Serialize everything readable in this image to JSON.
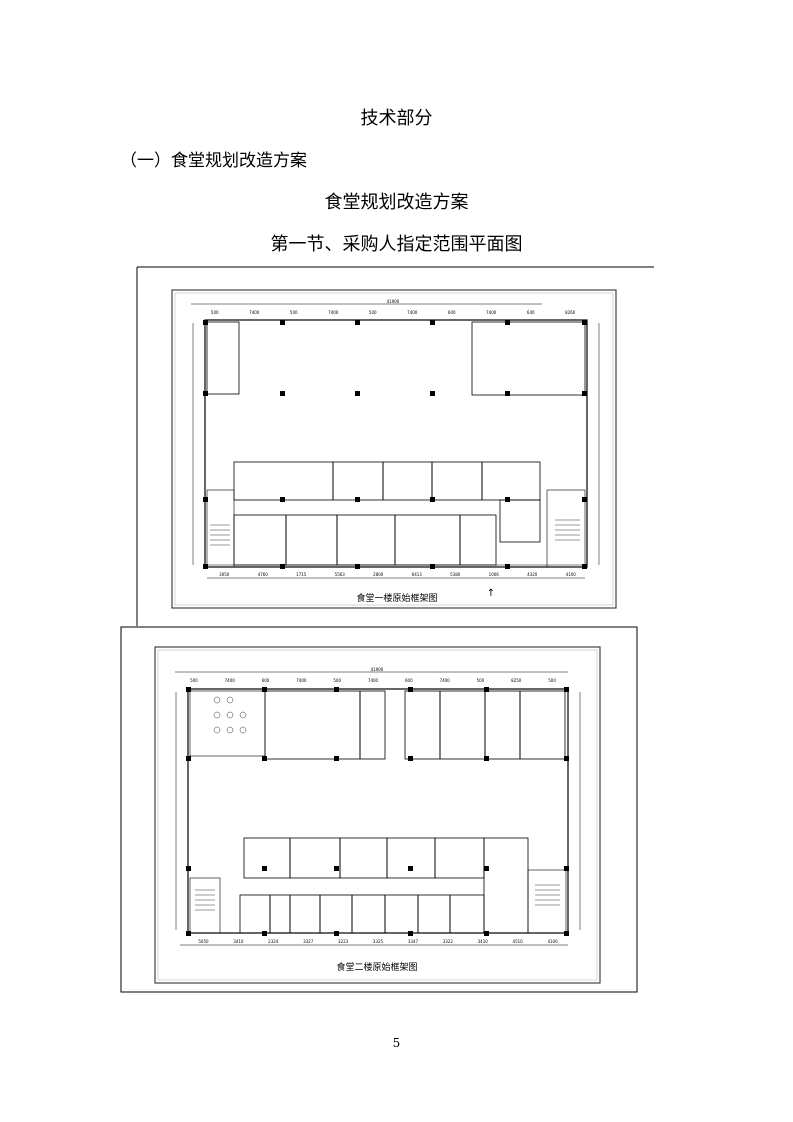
{
  "heading": "技术部分",
  "section": "（一）食堂规划改造方案",
  "subtitle": "食堂规划改造方案",
  "section_title": "第一节、采购人指定范围平面图",
  "figures": [
    {
      "caption": "食堂一楼原始框架图",
      "total_width": "41900",
      "top_dims": [
        "500",
        "7400",
        "500",
        "7400",
        "500",
        "7400",
        "600",
        "7400",
        "640",
        "8260"
      ],
      "bottom_dims": [
        "3050",
        "4760",
        "1715",
        "5563",
        "2800",
        "6413",
        "5380",
        "1006",
        "4320",
        "4100"
      ]
    },
    {
      "caption": "食堂二楼原始框架图",
      "total_width": "41900",
      "top_dims": [
        "500",
        "7400",
        "600",
        "7400",
        "500",
        "7400",
        "600",
        "7400",
        "500",
        "8250",
        "500"
      ],
      "bottom_dims": [
        "5050",
        "3410",
        "2324",
        "3327",
        "3223",
        "3325",
        "3347",
        "3322",
        "3410",
        "4510",
        "4100"
      ]
    }
  ],
  "page_number": "5"
}
